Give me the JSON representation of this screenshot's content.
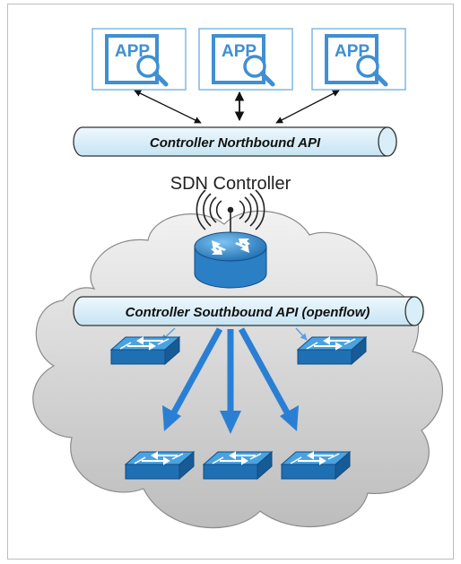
{
  "apps": [
    {
      "label": "APP"
    },
    {
      "label": "APP"
    },
    {
      "label": "APP"
    }
  ],
  "northbound_api": {
    "label": "Controller Northbound API"
  },
  "controller": {
    "label": "SDN Controller"
  },
  "southbound_api": {
    "label": "Controller Southbound API (openflow)"
  },
  "colors": {
    "app_border": "#3f8fd2",
    "app_text": "#3f8fd2",
    "pipe_fill": "#d8eef8",
    "switch_top": "#4aa3e0",
    "switch_side": "#1f6fb3",
    "arrow_blue": "#2a7fd4",
    "cloud_fill": "#d9d9d9"
  },
  "icons": {
    "app": "magnifier-app-icon",
    "router": "router-icon",
    "switch": "network-switch-icon",
    "wireless": "wireless-signal-icon"
  }
}
